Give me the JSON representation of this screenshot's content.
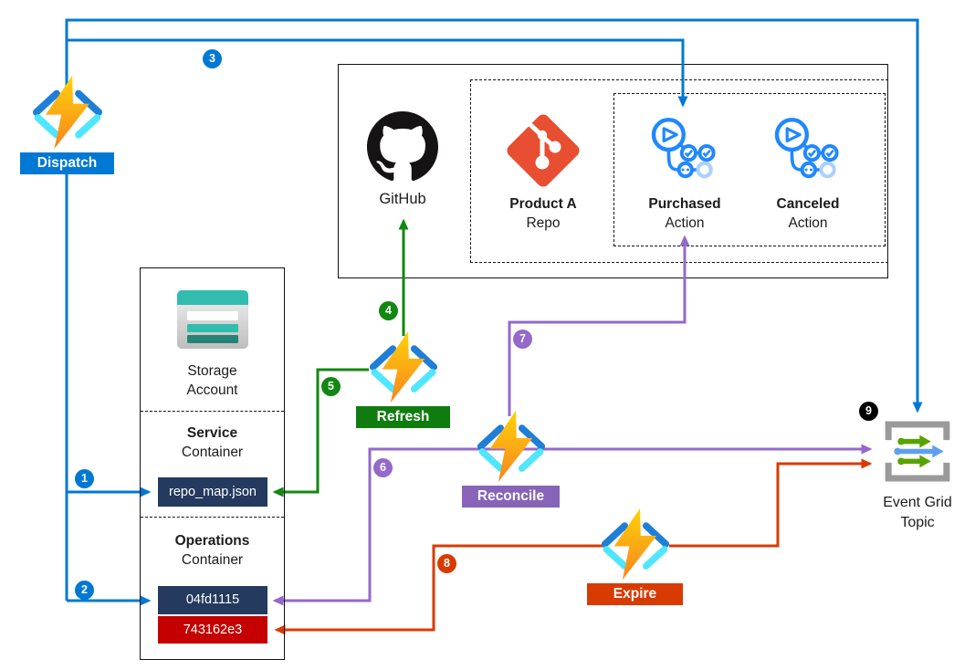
{
  "colors": {
    "blue": "#0078d4",
    "green_label": "#107c10",
    "green_line": "#128712",
    "purple_label": "#8764b8",
    "purple_line": "#9469ca",
    "orange": "#d83b01",
    "navy_blob": "#243a5e",
    "red_blob": "#c50000",
    "storage_teal": "#32bcad",
    "storage_teal_dark": "#258277",
    "git_red": "#e84e31",
    "actions_blue": "#2088ff",
    "actions_faded_blue": "#abd0ff",
    "eventgrid_gray": "#9a9a9a",
    "eventgrid_green": "#57a300",
    "eventgrid_blue": "#5ea0ef",
    "step9_black": "#000000"
  },
  "steps": [
    "1",
    "2",
    "3",
    "4",
    "5",
    "6",
    "7",
    "8",
    "9"
  ],
  "nodes": {
    "dispatch": {
      "label": "Dispatch"
    },
    "github": {
      "label": "GitHub"
    },
    "product_repo": {
      "title": "Product A",
      "subtitle": "Repo"
    },
    "purchased_action": {
      "title": "Purchased",
      "subtitle": "Action"
    },
    "canceled_action": {
      "title": "Canceled",
      "subtitle": "Action"
    },
    "refresh": {
      "label": "Refresh"
    },
    "reconcile": {
      "label": "Reconcile"
    },
    "expire": {
      "label": "Expire"
    },
    "event_grid": {
      "title": "Event Grid",
      "subtitle": "Topic"
    },
    "storage_account": {
      "title": "Storage",
      "subtitle": "Account",
      "service_container": {
        "title": "Service",
        "subtitle": "Container",
        "blob": "repo_map.json"
      },
      "operations_container": {
        "title": "Operations",
        "subtitle": "Container",
        "blobs": [
          "04fd1115",
          "743162e3"
        ]
      }
    }
  }
}
